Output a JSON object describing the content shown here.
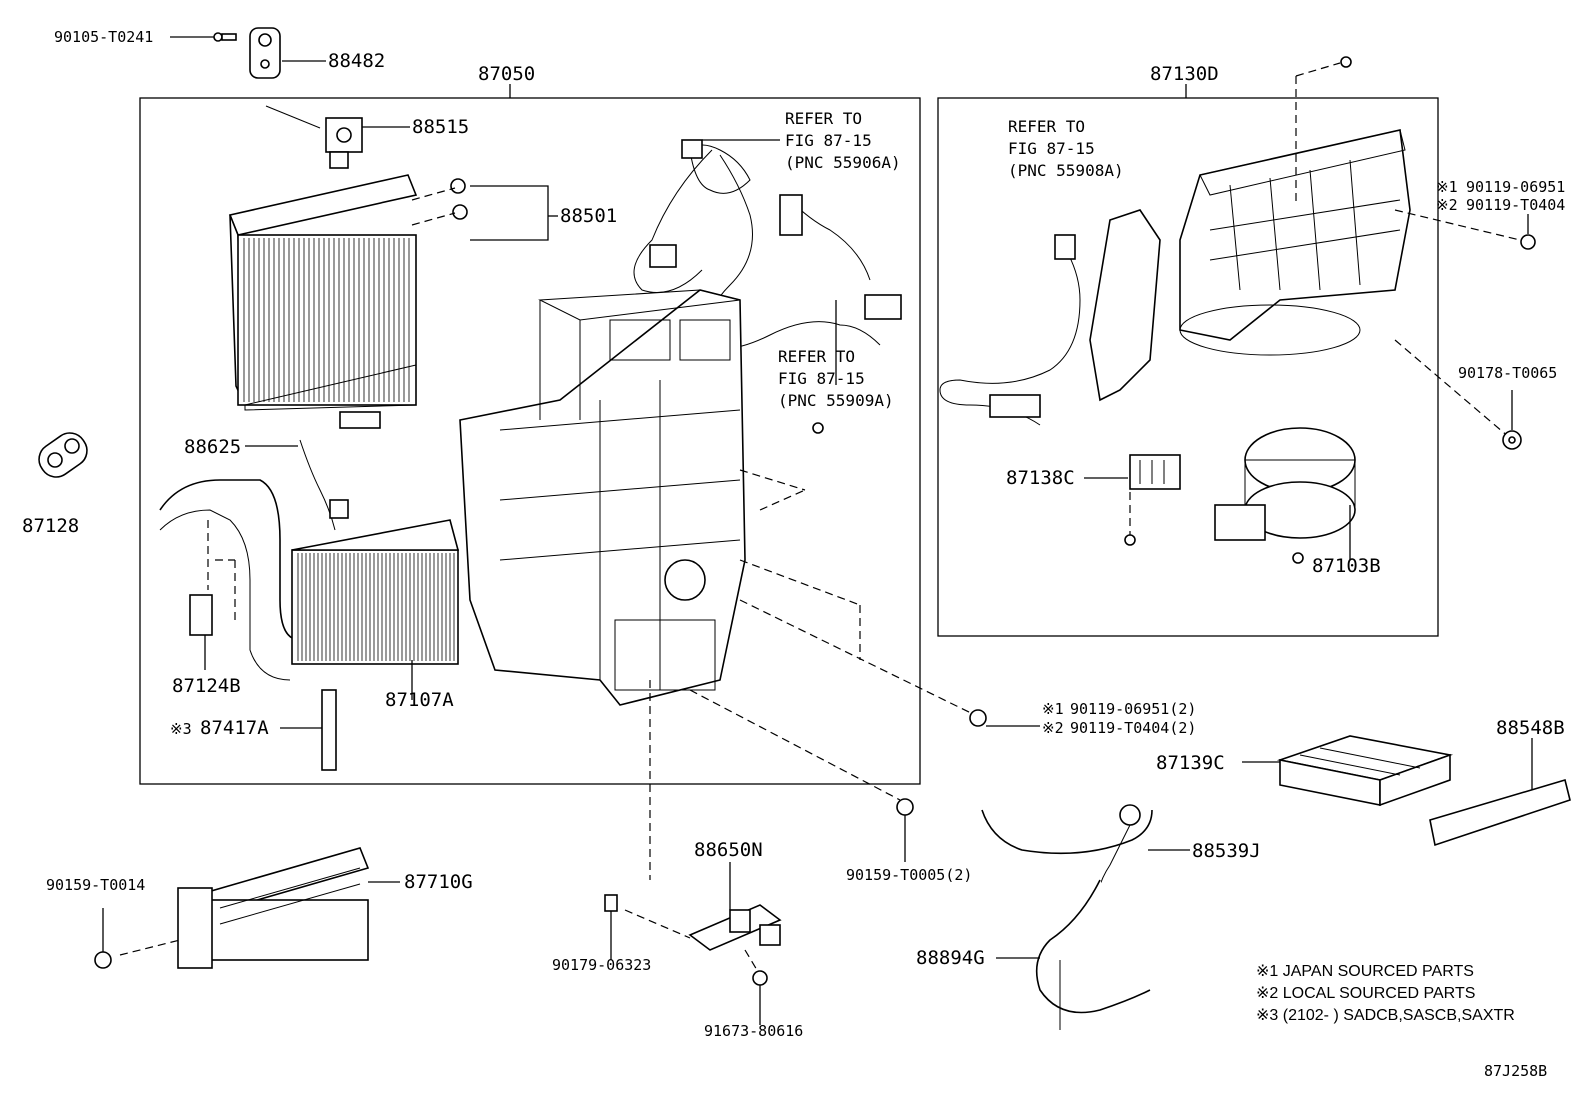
{
  "labels": {
    "p90105_T0241": "90105-T0241",
    "p88482": "88482",
    "p87050": "87050",
    "p88515": "88515",
    "p88501": "88501",
    "ref1_line1": "REFER TO",
    "ref1_line2": "FIG 87-15",
    "ref1_line3": "(PNC 55906A)",
    "ref2_line1": "REFER TO",
    "ref2_line2": "FIG 87-15",
    "ref2_line3": "(PNC 55909A)",
    "ref3_line1": "REFER TO",
    "ref3_line2": "FIG 87-15",
    "ref3_line3": "(PNC 55908A)",
    "p87128": "87128",
    "p88625": "88625",
    "p87124B": "87124B",
    "p87107A": "87107A",
    "p87417A": "87417A",
    "p87130D": "87130D",
    "p87138C": "87138C",
    "p87103B": "87103B",
    "p90119_06951_a": "90119-06951",
    "p90119_T0404_a": "90119-T0404",
    "p90178_T0065": "90178-T0065",
    "p90119_06951_b": "90119-06951(2)",
    "p90119_T0404_b": "90119-T0404(2)",
    "p88548B": "88548B",
    "p87139C": "87139C",
    "p88539J": "88539J",
    "p90159_T0005": "90159-T0005(2)",
    "p88650N": "88650N",
    "p90159_T0014": "90159-T0014",
    "p87710G": "87710G",
    "p90179_06323": "90179-06323",
    "p91673_80616": "91673-80616",
    "p88894G": "88894G",
    "mark1": "※1",
    "mark2": "※2",
    "mark3": "※3",
    "diagram_code": "87J258B"
  },
  "notes": {
    "n1": "※1 JAPAN SOURCED PARTS",
    "n2": "※2 LOCAL SOURCED PARTS",
    "n3": "※3 (2102-      ) SADCB,SASCB,SAXTR"
  }
}
